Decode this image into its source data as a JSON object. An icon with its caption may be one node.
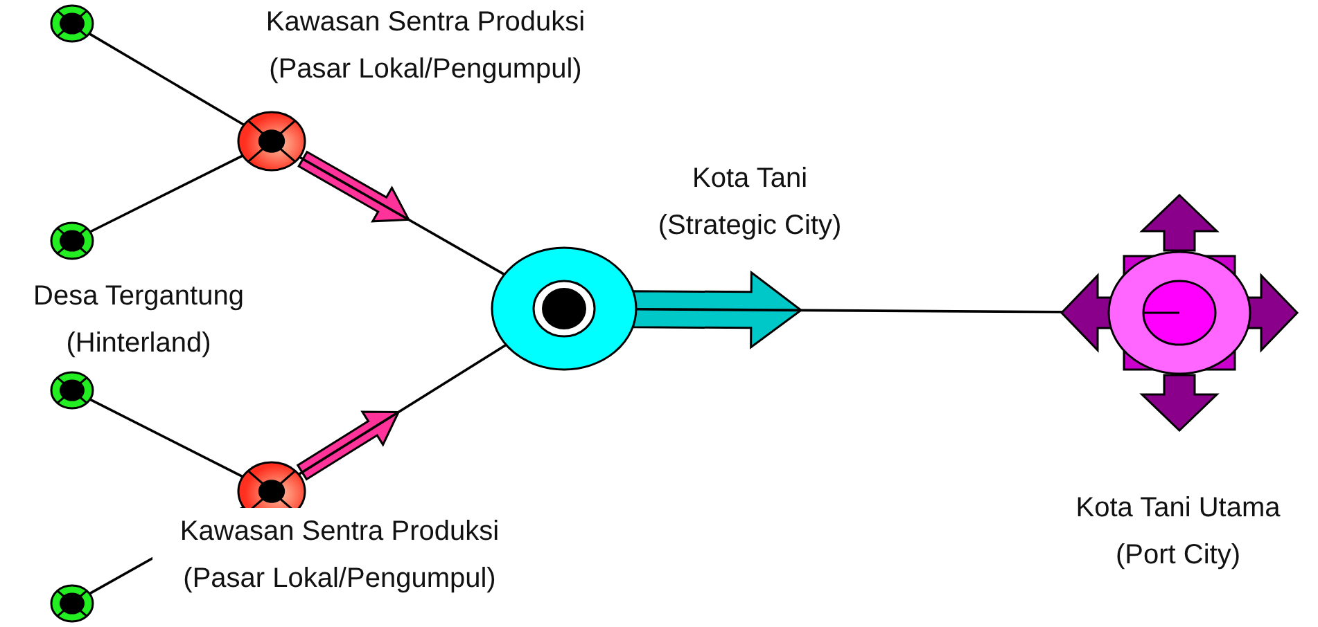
{
  "diagram": {
    "nodes": [
      {
        "text": [],
        "shape": "circle"
      },
      {
        "text": [],
        "shape": "circle",
        "beside": [
          "Kawasan Sentra Produksi (Pasar Lokal/Pengumpul)"
        ]
      },
      {
        "text": [],
        "shape": "circle"
      },
      {
        "text": [],
        "shape": "circle"
      },
      {
        "text": [],
        "shape": "circle",
        "beside": [
          "Kawasan Sentra Produksi (Pasar Lokal/Pengumpul)"
        ]
      },
      {
        "text": [],
        "shape": "circle"
      },
      {
        "text": [],
        "shape": "circle",
        "beside": [
          "Kota Tani (Strategic City)"
        ]
      },
      {
        "text": [],
        "shape": "circle",
        "beside": [
          "Kota Tani Utama (Port City)"
        ]
      }
    ],
    "edges": [
      {
        "from": 0,
        "to": 1,
        "arrow": "none"
      },
      {
        "from": 2,
        "to": 1,
        "arrow": "none"
      },
      {
        "from": 1,
        "to": 6,
        "arrow": "none"
      },
      {
        "from": 3,
        "to": 4,
        "arrow": "none"
      },
      {
        "from": 5,
        "to": 4,
        "arrow": "none"
      },
      {
        "from": 4,
        "to": 6,
        "arrow": "none"
      },
      {
        "from": 6,
        "to": 7,
        "arrow": "none"
      }
    ],
    "labels": [
      "Desa Tergantung (Hinterland)"
    ]
  }
}
